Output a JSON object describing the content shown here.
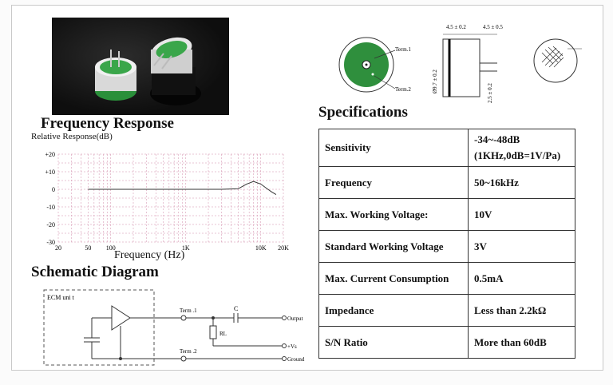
{
  "freq": {
    "title": "Frequency Response",
    "ylabel": "Relative Response(dB)",
    "xlabel": "Frequency (Hz)",
    "y_ticks": [
      "+20",
      "+10",
      "0",
      "-10",
      "-20",
      "-30"
    ],
    "x_ticks": [
      "20",
      "50",
      "100",
      "1K",
      "10K",
      "20K"
    ]
  },
  "chart_data": {
    "type": "line",
    "xscale": "log",
    "title": "Frequency Response",
    "xlabel": "Frequency (Hz)",
    "ylabel": "Relative Response(dB)",
    "xlim": [
      20,
      20000
    ],
    "ylim": [
      -30,
      20
    ],
    "grid": true,
    "x": [
      50,
      100,
      500,
      1000,
      3000,
      5000,
      6500,
      8000,
      10000,
      12000,
      14000,
      16000
    ],
    "values": [
      0,
      0,
      0,
      0,
      0,
      0.3,
      3,
      4.5,
      3,
      0.5,
      -1.5,
      -3
    ]
  },
  "schematic": {
    "title": "Schematic Diagram",
    "unit_label": "ECM uni t",
    "term1": "Term .1",
    "term2": "Term .2",
    "cap": "C",
    "resistor": "RL",
    "output": "Output",
    "vs": "+Vs",
    "ground": "Ground"
  },
  "dims": {
    "term1": "Term.1",
    "term2": "Term.2",
    "width1": "4.5 ± 0.2",
    "width2": "4.5 ± 0.5",
    "diameter": "Ø9.7 ± 0.2",
    "pin": "2.5 ± 0.2"
  },
  "specs": {
    "title": "Specifications",
    "rows": [
      {
        "label": "Sensitivity",
        "value": "-34~-48dB",
        "value2": "(1KHz,0dB=1V/Pa)"
      },
      {
        "label": "Frequency",
        "value": "50~16kHz"
      },
      {
        "label": "Max. Working Voltage:",
        "value": "10V"
      },
      {
        "label": "Standard Working Voltage",
        "value": "3V"
      },
      {
        "label": "Max. Current Consumption",
        "value": "0.5mA"
      },
      {
        "label": "Impedance",
        "value": "Less than 2.2kΩ"
      },
      {
        "label": "S/N Ratio",
        "value": "More than 60dB"
      }
    ]
  }
}
